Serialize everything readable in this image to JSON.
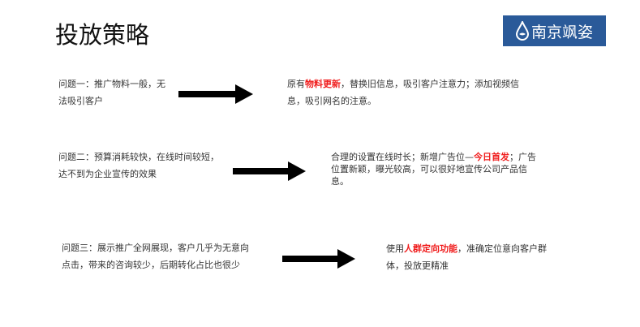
{
  "title": "投放策略",
  "logo": {
    "text": "南京飒姿"
  },
  "rows": [
    {
      "problem": "问题一：推广物料一般，无法吸引客户",
      "solution_pre": "原有",
      "solution_hl": "物料更新",
      "solution_post": "，替换旧信息，吸引客户注意力；添加视频信息，吸引网名的注意。"
    },
    {
      "problem": "问题二：预算消耗较快，在线时间较短，达不到为企业宣传的效果",
      "solution_pre": "合理的设置在线时长；新增广告位—",
      "solution_hl": "今日首发",
      "solution_post": "；广告位置新颖，曝光较高，可以很好地宣传公司产品信息。"
    },
    {
      "problem": "问题三：展示推广全网展现，客户几乎为无意向点击，带来的咨询较少，后期转化占比也很少",
      "solution_pre": "使用",
      "solution_hl": "人群定向功能",
      "solution_post": "，准确定位意向客户群体，投放更精准"
    }
  ],
  "colors": {
    "highlight": "#f01c1c",
    "logo_bg": "#2a5a99"
  }
}
